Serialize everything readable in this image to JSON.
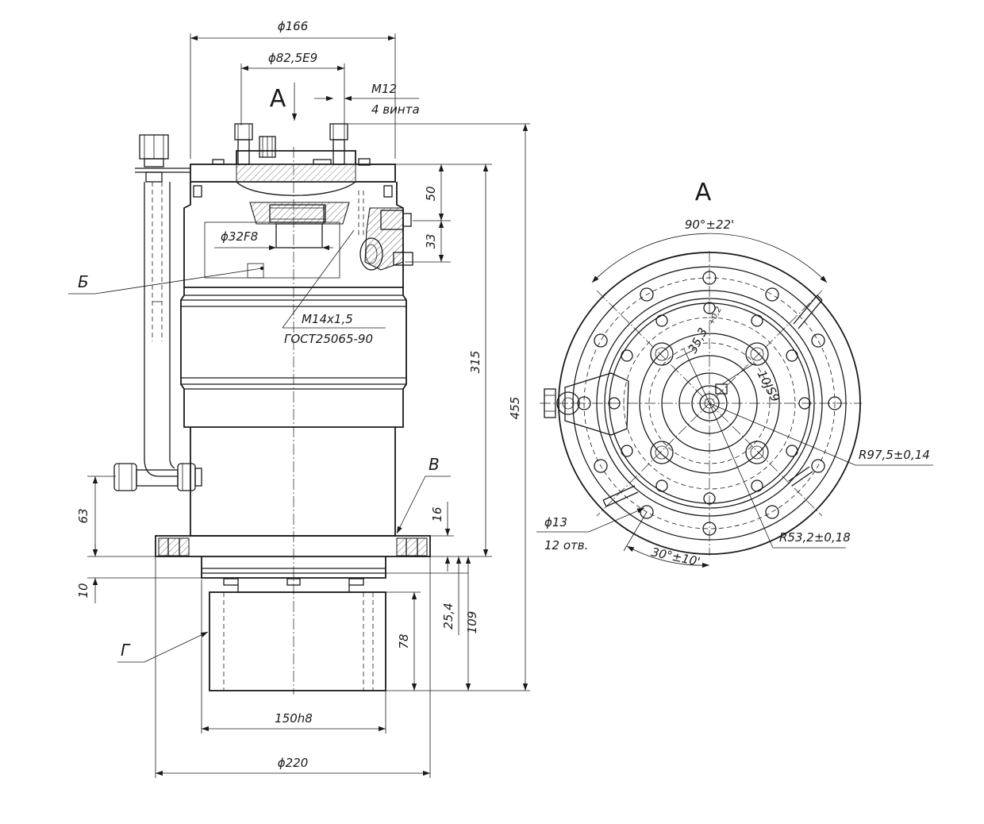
{
  "front_view": {
    "dim_d166": "ϕ166",
    "dim_d825": "ϕ82,5E9",
    "dim_m12": "M12",
    "dim_screws": "4 винта",
    "dim_d32": "ϕ32F8",
    "dim_m14": "M14x1,5",
    "dim_gost": "ГОСТ25065-90",
    "dim_50": "50",
    "dim_33": "33",
    "dim_315": "315",
    "dim_455": "455",
    "dim_63": "63",
    "dim_16": "16",
    "dim_10": "10",
    "dim_254": "25,4",
    "dim_109": "109",
    "dim_78": "78",
    "dim_150": "150h8",
    "dim_220": "ϕ220",
    "view_arrow": "A",
    "label_b": "Б",
    "label_v": "В",
    "label_g": "Г"
  },
  "view_a": {
    "title": "A",
    "dim_angle90": "90°±22'",
    "dim_353": "35,3",
    "dim_353_tol": "+0,2",
    "dim_10js9": "10JS9",
    "dim_r975": "R97,5±0,14",
    "dim_d13": "ϕ13",
    "dim_12holes": "12 отв.",
    "dim_angle30": "30°±10'",
    "dim_r532": "R53,2±0,18"
  }
}
